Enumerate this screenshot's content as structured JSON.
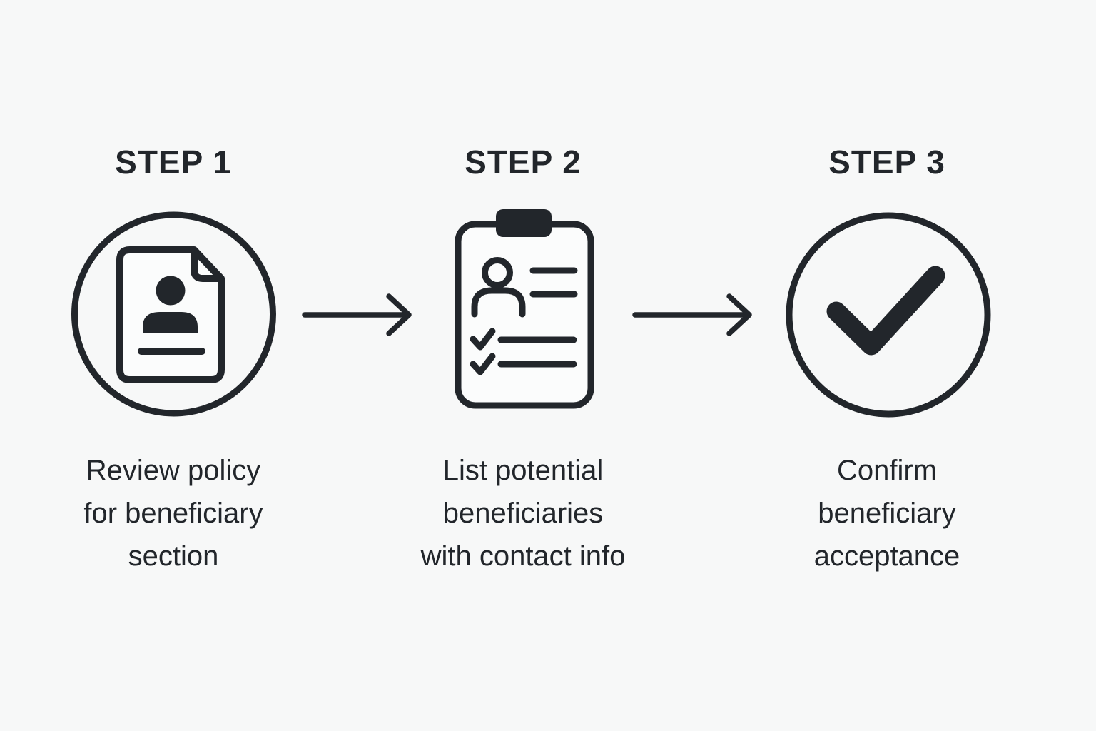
{
  "theme": {
    "background": "#f7f8f8",
    "ink": "#22262b",
    "paper": "#fbfcfc"
  },
  "diagram": {
    "type": "horizontal-process-flow",
    "step_count": 3
  },
  "steps": [
    {
      "header": "STEP 1",
      "icon": "policy-document-circle-icon",
      "caption": "Review policy for beneficiary section",
      "caption_lines": [
        "Review policy",
        "for beneficiary",
        "section"
      ]
    },
    {
      "header": "STEP 2",
      "icon": "beneficiary-list-clipboard-icon",
      "caption": "List potential beneficiaries with contact info",
      "caption_lines": [
        "List potential",
        "beneficiaries",
        "with contact info"
      ]
    },
    {
      "header": "STEP 3",
      "icon": "checkmark-circle-icon",
      "caption": "Confirm beneficiary acceptance",
      "caption_lines": [
        "Confirm",
        "beneficiary",
        "acceptance"
      ]
    }
  ],
  "connectors": [
    {
      "icon": "arrow-right-icon",
      "from": "STEP 1",
      "to": "STEP 2"
    },
    {
      "icon": "arrow-right-icon",
      "from": "STEP 2",
      "to": "STEP 3"
    }
  ]
}
